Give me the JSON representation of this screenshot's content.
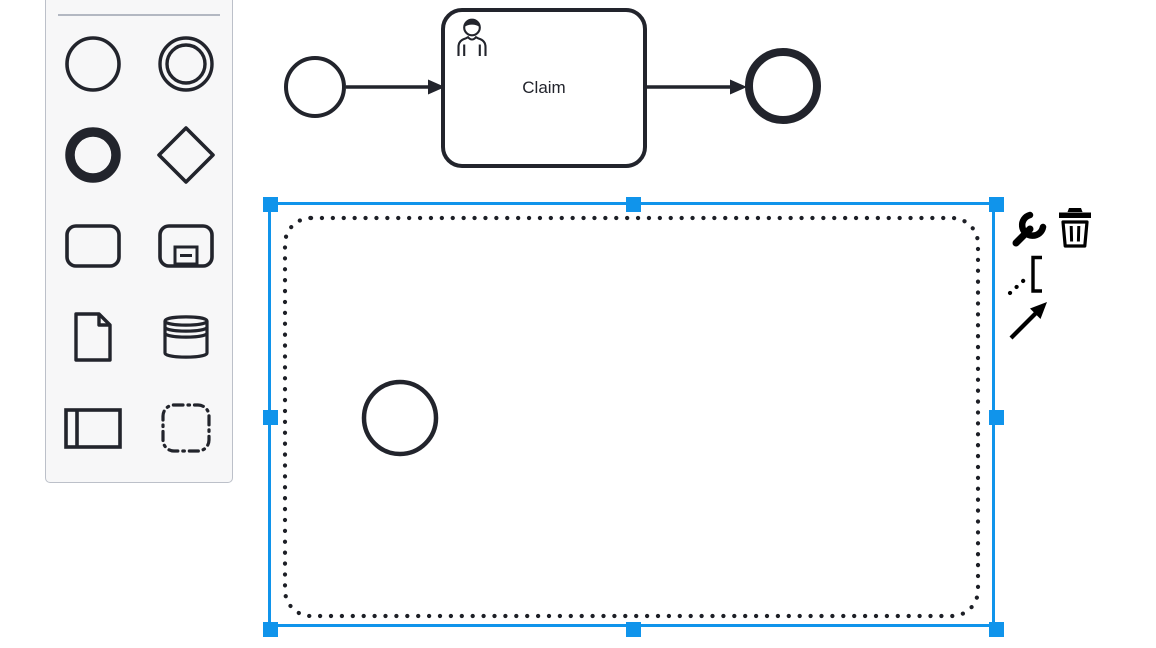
{
  "app": {
    "title": "BPMN diagram editor"
  },
  "colors": {
    "selection_blue": "#1094eb",
    "element_stroke": "#22242c",
    "palette_background": "#f7f7f8",
    "palette_border": "#bcc0c9",
    "canvas_background": "#ffffff"
  },
  "palette": {
    "items": [
      {
        "name": "create-start-event",
        "icon": "circle-thin-icon"
      },
      {
        "name": "create-intermediate-event",
        "icon": "double-circle-icon"
      },
      {
        "name": "create-end-event",
        "icon": "circle-thick-icon"
      },
      {
        "name": "create-gateway",
        "icon": "diamond-icon"
      },
      {
        "name": "create-task",
        "icon": "rounded-rectangle-icon"
      },
      {
        "name": "create-subprocess",
        "icon": "rounded-rectangle-collapsed-icon"
      },
      {
        "name": "create-data-object",
        "icon": "document-icon"
      },
      {
        "name": "create-data-store",
        "icon": "database-cylinder-icon"
      },
      {
        "name": "create-participant",
        "icon": "pool-icon"
      },
      {
        "name": "create-group",
        "icon": "dash-dot-square-icon"
      }
    ]
  },
  "diagram": {
    "task_label": "Claim",
    "task_type": "user-task",
    "elements": [
      "start-event",
      "sequence-flow",
      "user-task-claim",
      "sequence-flow",
      "end-event",
      "expanded-subprocess-selected",
      "subprocess-start-event"
    ]
  },
  "context_pad": {
    "items": [
      {
        "name": "change-element-type",
        "icon": "wrench-icon"
      },
      {
        "name": "delete-element",
        "icon": "trash-icon"
      },
      {
        "name": "append-text-annotation",
        "icon": "text-annotation-icon"
      },
      {
        "name": "connect-element",
        "icon": "connect-arrow-icon"
      }
    ]
  },
  "selection": {
    "selected_element": "expanded-subprocess",
    "handles": [
      "top-left",
      "top-middle",
      "top-right",
      "middle-left",
      "middle-right",
      "bottom-left",
      "bottom-middle",
      "bottom-right"
    ]
  }
}
